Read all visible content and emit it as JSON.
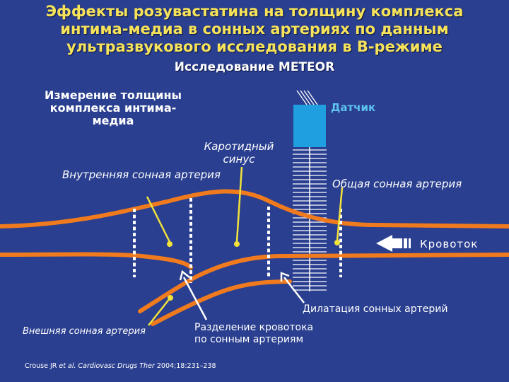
{
  "header": {
    "title_line1": "Эффекты розувастатина на толщину комплекса",
    "title_line2": "интима-медиа в сонных артериях по данным",
    "title_line3": "ультразвукового исследования в В-режиме",
    "subtitle": "Исследование METEOR"
  },
  "labels": {
    "measurement_line1": "Измерение толщины",
    "measurement_line2": "комплекса интима-",
    "measurement_line3": "медиа",
    "sensor": "Датчик",
    "carotid_sinus_line1": "Каротидный",
    "carotid_sinus_line2": "синус",
    "internal_artery": "Внутренняя сонная артерия",
    "common_artery": "Общая сонная артерия",
    "blood_flow": "Кровоток",
    "dilatation": "Дилатация сонных артерий",
    "external_artery": "Внешняя сонная артерия",
    "bifurcation_line1": "Разделение кровотока",
    "bifurcation_line2": "по сонным артериям"
  },
  "citation": {
    "authors": "Crouse JR",
    "etal": "et al.",
    "journal": "Cardiovasc Drugs Ther",
    "ref": "2004;18:231–238"
  },
  "colors": {
    "background": "#2a3f8f",
    "title": "#f7e35a",
    "artery": "#f07a1e",
    "pointer": "#f2e23a",
    "sensor": "#1f9fe0",
    "text": "#ffffff"
  }
}
